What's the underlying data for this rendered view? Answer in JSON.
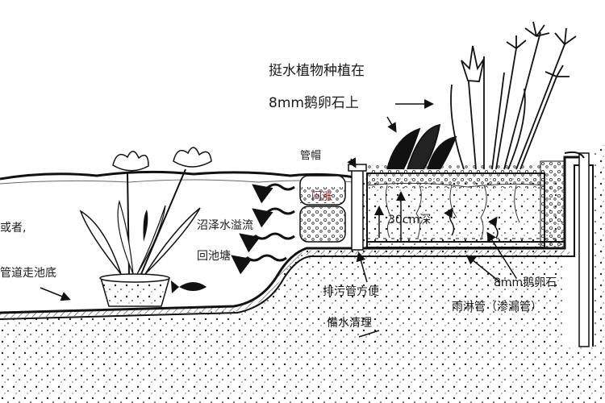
{
  "labels": {
    "emergent_line1": "挺水植物种植在",
    "emergent_line2": "8mm鹅卵石上",
    "cap": "管帽",
    "wall": "闷涨",
    "overflow": "沼泽水溢流",
    "return_pool": "回池塘",
    "or": "或者,",
    "pipe_to_pool": "管道走池底",
    "depth": "30cm深",
    "drain": "排污管方便",
    "drain2": "備水清理",
    "gravel": "8mm鹅卵石",
    "rain_pipe": "雨淋管（渗漏管）"
  },
  "colors": {
    "ink": "#1a1a1a",
    "red_text": "#8b1a1a",
    "water_hatch": "#555555",
    "soil_dot": "#222222"
  },
  "icons": [
    "lotus-icon",
    "fish-icon",
    "reed-icon",
    "water-arrow-icon"
  ]
}
